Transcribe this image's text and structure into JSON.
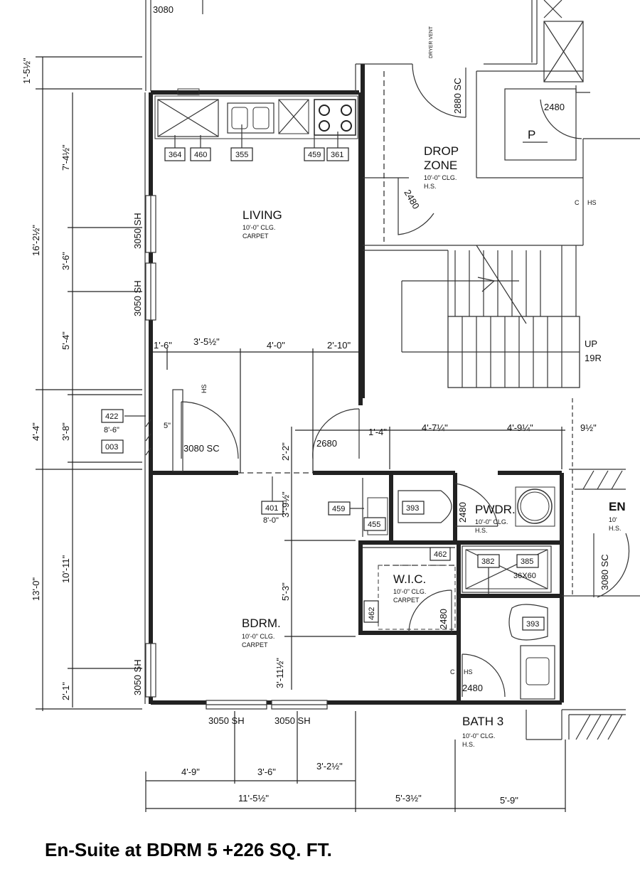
{
  "rooms": {
    "living": {
      "name": "LIVING",
      "clg": "10'-0\" CLG.",
      "finish": "CARPET"
    },
    "drop_zone": {
      "name_line1": "DROP",
      "name_line2": "ZONE",
      "clg": "10'-0\" CLG.",
      "finish": "H.S."
    },
    "bdrm": {
      "name": "BDRM.",
      "clg": "10'-0\" CLG.",
      "finish": "CARPET"
    },
    "wic": {
      "name": "W.I.C.",
      "clg": "10'-0\" CLG.",
      "finish": "CARPET"
    },
    "pwdr": {
      "name": "PWDR.",
      "clg": "10'-0\" CLG.",
      "finish": "H.S."
    },
    "bath3": {
      "name": "BATH 3",
      "clg": "10'-0\" CLG.",
      "finish": "H.S."
    },
    "en": {
      "name": "EN",
      "clg": "10'",
      "finish": "H.S."
    }
  },
  "tags": {
    "t364": "364",
    "t460": "460",
    "t355": "355",
    "t459": "459",
    "t361": "361",
    "t422": "422",
    "t003": "003",
    "t401": "401",
    "t459b": "459",
    "t455": "455",
    "t393a": "393",
    "t462a": "462",
    "t462b": "462",
    "t382": "382",
    "t385": "385",
    "t393b": "393"
  },
  "notes": {
    "n422": "8'-6\"",
    "n401": "8'-0\"",
    "shower": "36X60",
    "up": "UP",
    "risers": "19R",
    "parking": "P",
    "hs": "HS",
    "c": "C",
    "five": "5\"",
    "dryer": "DRYER VENT"
  },
  "doors": {
    "d3080_top": "3080",
    "d2880": "2880 SC",
    "d2480_top": "2480",
    "d2480_drop": "2480",
    "d3080sc": "3080 SC",
    "d2680": "2680",
    "d2480_pwdr": "2480",
    "d2480_wic": "2480",
    "d2480_bath": "2480",
    "d3080sc_right": "3080 SC"
  },
  "windows": {
    "w1": "3050 SH",
    "w2": "3050 SH",
    "w3": "3050 SH",
    "w4": "3050 SH",
    "w5": "3050 SH"
  },
  "dims_left": {
    "a": "1'-5½\"",
    "b": "16'-2½\"",
    "c": "7'-4½\"",
    "d": "3'-6\"",
    "e": "5'-4\"",
    "f": "4'-4\"",
    "g": "3'-8\"",
    "h": "13'-0\"",
    "i": "10'-11\"",
    "j": "2'-1\""
  },
  "dims_mid": {
    "a": "1'-6\"",
    "b": "3'-5½\"",
    "c": "4'-0\"",
    "d": "2'-10\"",
    "e": "2'-2\"",
    "f": "3'-9½\"",
    "g": "5'-3\"",
    "h": "3'-11½\"",
    "i": "1'-4\"",
    "j": "4'-7¼\"",
    "k": "4'-9¼\"",
    "l": "9½\""
  },
  "dims_bottom": {
    "a": "4'-9\"",
    "b": "3'-6\"",
    "c": "3'-2½\"",
    "d": "11'-5½\"",
    "e": "5'-3½\"",
    "f": "5'-9\""
  },
  "caption": "En-Suite at BDRM 5 +226 SQ. FT."
}
